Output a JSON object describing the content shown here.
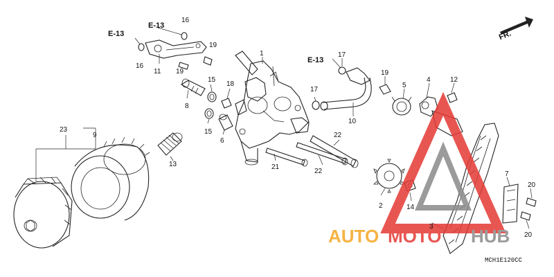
{
  "diagram": {
    "part_labels": {
      "p1": "1",
      "p2": "2",
      "p3": "3",
      "p4": "4",
      "p5": "5",
      "p6": "6",
      "p7": "7",
      "p8": "8",
      "p9": "9",
      "p10": "10",
      "p11": "11",
      "p12": "12",
      "p13": "13",
      "p14": "14",
      "p15a": "15",
      "p15b": "15",
      "p16a": "16",
      "p16b": "16",
      "p17a": "17",
      "p17b": "17",
      "p18": "18",
      "p19a": "19",
      "p19b": "19",
      "p19c": "19",
      "p20a": "20",
      "p20b": "20",
      "p21": "21",
      "p22a": "22",
      "p22b": "22",
      "p23": "23"
    },
    "refs": {
      "e13a": "E-13",
      "e13b": "E-13",
      "e13c": "E-13"
    },
    "front_indicator": "FR.",
    "drawing_code": "MCH1E120CC"
  },
  "watermark": {
    "part1": "AUTO",
    "part2": "MOTO",
    "part3": "HUB",
    "color_orange": "#f5a623",
    "color_red": "#e53935",
    "color_gray": "#8a8a8a"
  }
}
